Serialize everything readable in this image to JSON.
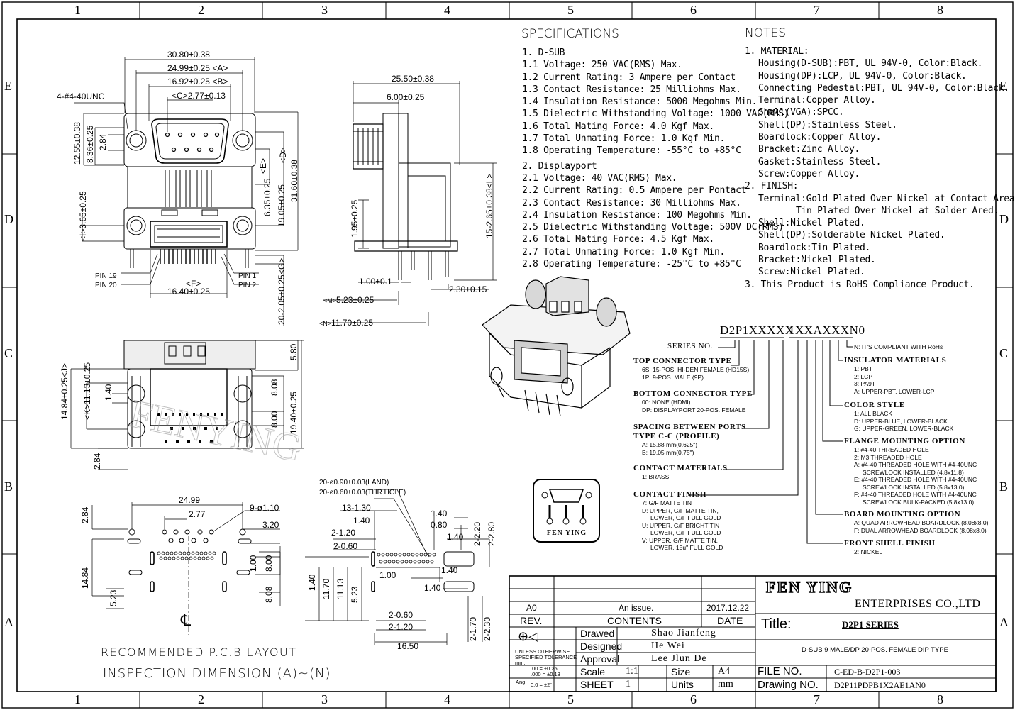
{
  "frame": {
    "columns": [
      "1",
      "2",
      "3",
      "4",
      "5",
      "6",
      "7",
      "8"
    ],
    "rows": [
      "E",
      "D",
      "C",
      "B",
      "A"
    ]
  },
  "specifications": {
    "title": "SPECIFICATIONS",
    "lines": [
      "1. D-SUB",
      "1.1 Voltage: 250 VAC(RMS) Max.",
      "1.2 Current Rating: 3 Ampere per Contact",
      "1.3 Contact Resistance: 25 Milliohms Max.",
      "1.4 Insulation Resistance: 5000 Megohms Min.",
      "1.5 Dielectric Withstanding Voltage: 1000 VAC(RMS)",
      "1.6 Total Mating Force: 4.0 Kgf Max.",
      "1.7 Total Unmating Force: 1.0 Kgf Min.",
      "1.8 Operating Temperature: -55°C to +85°C",
      "2. Displayport",
      "2.1 Voltage: 40 VAC(RMS) Max.",
      "2.2 Current Rating: 0.5 Ampere per Pontact",
      "2.3 Contact Resistance: 30 Milliohms Max.",
      "2.4 Insulation Resistance: 100 Megohms Min.",
      "2.5 Dielectric Withstanding Voltage: 500V DC(RMS)",
      "2.6 Total Mating Force: 4.5 Kgf Max.",
      "2.7 Total Unmating Force: 1.0 Kgf Min.",
      "2.8 Operating Temperature: -25°C to +85°C"
    ]
  },
  "notes": {
    "title": "NOTES",
    "lines": [
      "1. MATERIAL:",
      "Housing(D-SUB):PBT, UL 94V-0, Color:Black.",
      "Housing(DP):LCP, UL 94V-0, Color:Black.",
      "Connecting Pedestal:PBT, UL 94V-0, Color:Black.",
      "Terminal:Copper Alloy.",
      "Shell(VGA):SPCC.",
      "Shell(DP):Stainless Steel.",
      "Boardlock:Copper Alloy.",
      "Bracket:Zinc Alloy.",
      "Gasket:Stainless Steel.",
      "Screw:Copper Alloy.",
      "2. FINISH:",
      "Terminal:Gold Plated Over Nickel at Contact Area.",
      "Tin Plated Over Nickel at Solder Ared.",
      "Shell:Nickel Plated.",
      "Shell(DP):Solderable Nickel Plated.",
      "Boardlock:Tin Plated.",
      "Bracket:Nickel Plated.",
      "Screw:Nickel Plated.",
      "3. This Product is RoHS Compliance Product."
    ]
  },
  "part_code": {
    "code1": "D2P1XXXXX",
    "code2": "1XXAXXXN0",
    "series": "SERIES NO.",
    "left_groups": [
      {
        "head": "TOP CONNECTOR TYPE",
        "items": [
          "6S: 15-POS. HI-DEN FEMALE (HD15S)",
          "1P: 9-POS. MALE (9P)"
        ]
      },
      {
        "head": "BOTTOM CONNECTOR TYPE",
        "items": [
          "00: NONE (HDMI)",
          "DP: DISPLAYPORT 20-POS. FEMALE"
        ]
      },
      {
        "head": "SPACING BETWEEN PORTS",
        "head2": "TYPE C-C (PROFILE)",
        "items": [
          "A: 15.88 mm(0.625\")",
          "B: 19.05 mm(0.75\")"
        ]
      },
      {
        "head": "CONTACT MATERIALS",
        "items": [
          "1: BRASS"
        ]
      },
      {
        "head": "CONTACT FINISH",
        "items": [
          "7: G/F MATTE TIN",
          "D: UPPER, G/F MATTE TIN,",
          "LOWER, G/F FULL GOLD",
          "U: UPPER, G/F BRIGHT TIN",
          "LOWER, G/F FULL GOLD",
          "V: UPPER, G/F MATTE TIN,",
          "LOWER, 15u\" FULL GOLD"
        ]
      }
    ],
    "rohs": "N: IT'S COMPLIANT WITH RoHs",
    "right_groups": [
      {
        "head": "INSULATOR MATERIALS",
        "items": [
          "1: PBT",
          "2: LCP",
          "3: PA9T",
          "A: UPPER-PBT, LOWER-LCP"
        ]
      },
      {
        "head": "COLOR STYLE",
        "items": [
          "1: ALL BLACK",
          "D: UPPER-BLUE, LOWER-BLACK",
          "G: UPPER-GREEN, LOWER-BLACK"
        ]
      },
      {
        "head": "FLANGE MOUNTING OPTION",
        "items": [
          "1: #4-40 THREADED HOLE",
          "2: M3 THREADED HOLE",
          "A: #4-40 THREADED HOLE WITH #4-40UNC",
          "SCREWLOCK INSTALLED (4.8x11.8)",
          "E: #4-40 THREADED HOLE WITH #4-40UNC",
          "SCREWLOCK INSTALLED (5.8x13.0)",
          "F: #4-40 THREADED HOLE WITH #4-40UNC",
          "SCREWLOCK BULK-PACKED (5.8x13.0)"
        ]
      },
      {
        "head": "BOARD MOUNTING OPTION",
        "items": [
          "A: QUAD ARROWHEAD BOARDLOCK (8.08x8.0)",
          "F: DUAL ARROWHEAD BOARDLOCK (8.08x8.0)"
        ]
      },
      {
        "head": "FRONT SHELL FINISH",
        "items": [
          "2: NICKEL"
        ]
      }
    ]
  },
  "front_view": {
    "d1": "30.80±0.38",
    "d2": "24.99±0.25",
    "d2tag": "<A>",
    "d3": "16.92±0.25",
    "d3tag": "<B>",
    "d4tag": "<C>",
    "d4": "2.77±0.13",
    "screw": "4-#4-40UNC",
    "v1": "12.55±0.38",
    "v2": "8.36±0.25",
    "v3": "2.84",
    "v4": "3.65±0.25",
    "v4tag": "<I>",
    "r1tag": "<E>",
    "r2tag": "<D>",
    "r3": "6.35±0.25",
    "r4": "19.05±0.25",
    "r5": "31.60±0.38",
    "f": "<F>",
    "f2": "16.40±0.25",
    "gtag": "<G>",
    "g": "20-2.05±0.25",
    "pin19": "PIN 19",
    "pin20": "PIN 20",
    "pin1": "PIN 1",
    "pin2": "PIN 2"
  },
  "side_view": {
    "a": "25.50±0.38",
    "b": "6.00±0.25",
    "c": "1.95±0.25",
    "d": "15-2.65±0.38",
    "dtag": "<L>",
    "e": "1.00±0.1",
    "f": "2.30±0.15",
    "mtag": "<M>",
    "m": "5.23±0.25",
    "ntag": "<N>",
    "n": "11.70±0.25"
  },
  "bottom_view": {
    "a": "14.84±0.25",
    "atag": "<J>",
    "b": "11.13±0.25",
    "btag": "<K>",
    "c": "1.40",
    "d": "5.80",
    "e": "8.08",
    "f": "8.00",
    "g": "19.40±0.25",
    "h": "2.84",
    "watermark": "FENYING"
  },
  "pcb": {
    "a": "24.99",
    "b": "2.77",
    "c": "9-ø1.10",
    "d": "3.20",
    "e": "2.84",
    "f": "1.00",
    "g": "8.00",
    "h": "14.84",
    "i": "5.23",
    "j": "8.08",
    "cl": "℄",
    "k": "20-ø0.90±0.03(LAND)",
    "l": "20-ø0.60±0.03(THR HOLE)",
    "m": "13-1.30",
    "n": "1.40",
    "o": "2-1.20",
    "p": "2-0.60",
    "q": "1.40",
    "r": "0.80",
    "s": "1.40",
    "t": "2-2.20",
    "u": "2-2.80",
    "v": "1.00",
    "w": "1.40",
    "x": "1.40",
    "y": "11.70",
    "z": "11.13",
    "z2": "5.23",
    "aa": "1.40",
    "bb": "2-0.60",
    "cc": "2-1.20",
    "dd": "16.50",
    "ee": "2-1.70",
    "ff": "2-2.30",
    "title": "RECOMMENDED P.C.B LAYOUT",
    "insp": "INSPECTION DIMENSION:(A)~(N)"
  },
  "logo": {
    "text": "FEN YING"
  },
  "title_block": {
    "rev": "A0",
    "rev_desc": "An issue.",
    "rev_date": "2017.12.22",
    "h_rev": "REV.",
    "h_contents": "CONTENTS",
    "h_date": "DATE",
    "drawed_l": "Drawed",
    "drawed": "Shao Jianfeng",
    "designed_l": "Designed",
    "designed": "He Wei",
    "approval_l": "Approval",
    "approval": "Lee Jlun De",
    "tol1": "UNLESS OTHERWISE",
    "tol2": "SPECIFIED TOLERANCE",
    "tol3": "mm:",
    "tol4": ".00  = ±0.25",
    "tol5": ".000 = ±0.13",
    "ang_l": "Ang:",
    "ang": "0.0  = ±2°",
    "scale_l": "Scale",
    "scale": "1:1",
    "size_l": "Size",
    "size": "A4",
    "sheet_l": "SHEET",
    "sheet": "1",
    "units_l": "Units",
    "units": "mm",
    "company1": "FEN YING",
    "company2": "ENTERPRISES CO.,LTD",
    "title_l": "Title:",
    "title": "D2P1 SERIES",
    "desc": "D-SUB 9 MALE/DP 20-POS. FEMALE DIP TYPE",
    "file_l": "FILE NO.",
    "file": "C-ED-B-D2P1-003",
    "dwg_l": "Drawing NO.",
    "dwg": "D2P11PDPB1X2AE1AN0"
  }
}
